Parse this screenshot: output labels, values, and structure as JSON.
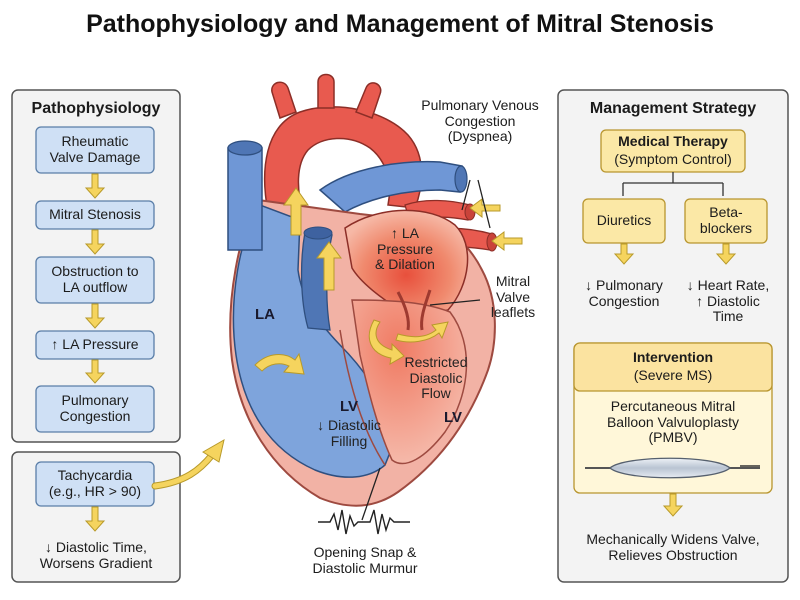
{
  "title": "Pathophysiology and Management of Mitral Stenosis",
  "patho": {
    "heading": "Pathophysiology",
    "steps": [
      "Rheumatic\nValve Damage",
      "Mitral Stenosis",
      "Obstruction to\nLA outflow",
      "↑ LA Pressure",
      "Pulmonary\nCongestion"
    ],
    "tachycardia": "Tachycardia\n(e.g., HR > 90)",
    "tachy_result": "↓ Diastolic Time,\nWorsens Gradient"
  },
  "heart": {
    "pulm_congestion": "Pulmonary Venous\nCongestion\n(Dyspnea)",
    "la_pressure": "↑ LA\nPressure\n& Dilation",
    "mitral_leaflets": "Mitral\nValve\nleaflets",
    "la_label": "LA",
    "lv_label_left": "LV",
    "lv_filling": "↓ Diastolic\nFilling",
    "restricted": "Restricted\nDiastolic\nFlow",
    "lv_label_right": "LV",
    "murmur": "Opening Snap &\nDiastolic Murmur"
  },
  "management": {
    "heading": "Management Strategy",
    "medical_title": "Medical Therapy",
    "medical_sub": "(Symptom Control)",
    "diuretics": "Diuretics",
    "betablockers": "Beta-\nblockers",
    "diuretics_effect": "↓ Pulmonary\nCongestion",
    "bb_effect": "↓ Heart Rate,\n↑ Diastolic\nTime",
    "intervention_title": "Intervention",
    "intervention_sub": "(Severe MS)",
    "pmbv": "Percutaneous Mitral\nBalloon Valvuloplasty\n(PMBV)",
    "result": "Mechanically Widens Valve,\nRelieves Obstruction"
  },
  "colors": {
    "panel_bg": "#f3f3f3",
    "box_blue": "#cfe0f5",
    "box_yellow": "#fbe8a6",
    "arrow_yellow": "#f5d45e",
    "heart_blue": "#7ea4dc",
    "heart_red": "#e85a4f",
    "heart_pink": "#f2b2a5"
  }
}
